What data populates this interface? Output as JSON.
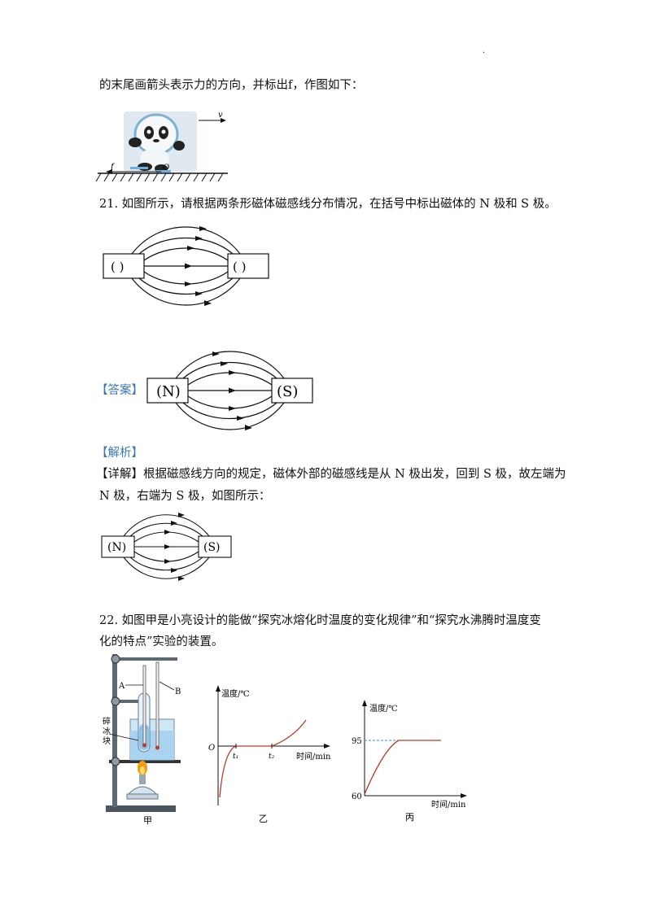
{
  "page_dot": ".",
  "prev": {
    "text": "的末尾画箭头表示力的方向，并标出f，作图如下：",
    "label_v": "v",
    "label_f": "f",
    "label_o": "O"
  },
  "q21": {
    "text": "21. 如图所示，请根据两条形磁体磁感线分布情况，在括号中标出磁体的 N 极和 S 极。",
    "blank_left": "(    )",
    "blank_right": "(    )",
    "answer_tag": "【答案】",
    "ans_left": "(N)",
    "ans_right": "(S)",
    "analysis_tag": "【解析】",
    "detail_line1": "【详解】根据磁感线方向的规定，磁体外部的磁感线是从 N 极出发，回到 S 极，故左端为",
    "detail_line2": "N 极，右端为 S 极，如图所示：",
    "small_left": "(N)",
    "small_right": "(S)"
  },
  "q22": {
    "line1": "22. 如图甲是小亮设计的能做“探究冰熔化时温度的变化规律”和“探究水沸腾时温度变",
    "line2": "化的特点”实验的装置。",
    "app": {
      "label_a": "A",
      "label_b": "B",
      "label_ice": "碎冰块",
      "caption": "甲"
    },
    "graph_b": {
      "ylabel": "温度/℃",
      "xlabel": "时间/min",
      "origin": "O",
      "t1": "t₁",
      "t2": "t₂",
      "caption": "乙"
    },
    "graph_c": {
      "ylabel": "温度/℃",
      "xlabel": "时间/min",
      "y_high": "95",
      "y_low": "60",
      "caption": "丙"
    }
  }
}
